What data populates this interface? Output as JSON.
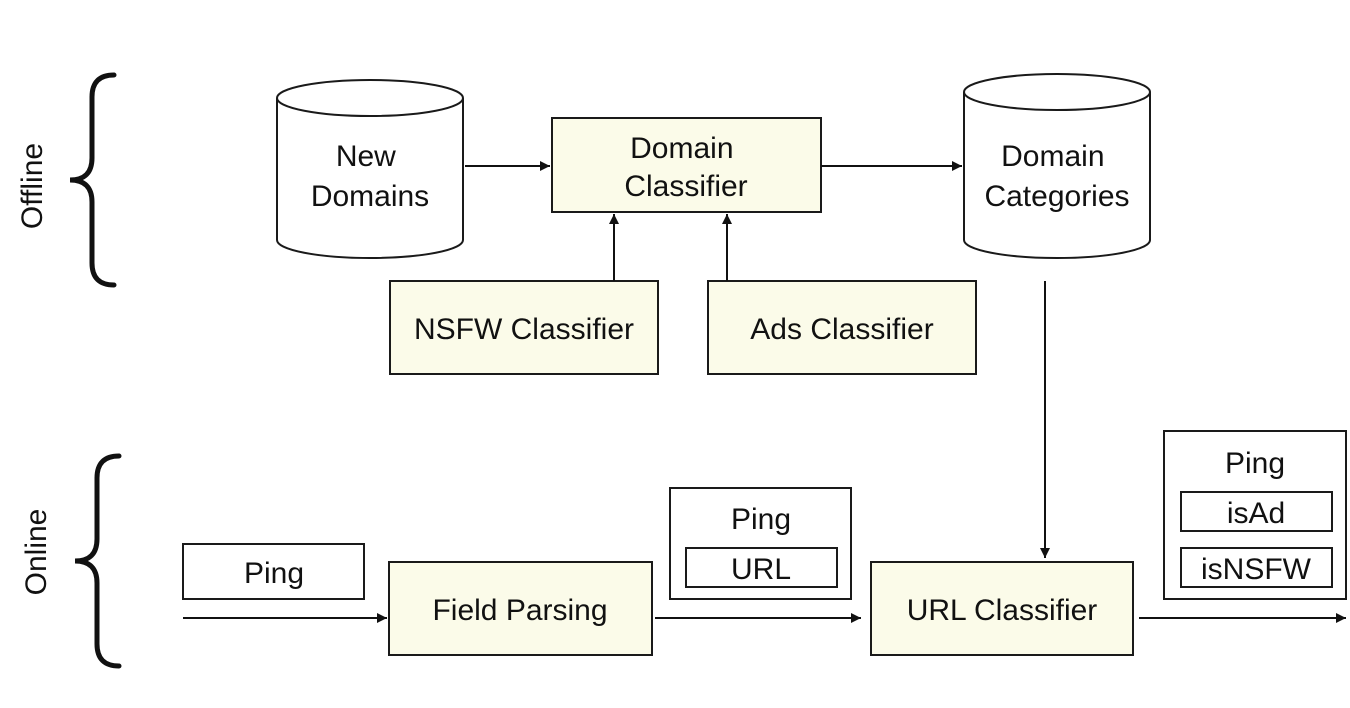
{
  "sections": {
    "offline": "Offline",
    "online": "Online"
  },
  "nodes": {
    "new_domains": [
      "New",
      "Domains"
    ],
    "domain_classifier": [
      "Domain",
      "Classifier"
    ],
    "domain_categories": [
      "Domain",
      "Categories"
    ],
    "nsfw_classifier": "NSFW Classifier",
    "ads_classifier": "Ads Classifier",
    "ping_input": "Ping",
    "field_parsing": "Field Parsing",
    "ping_url_record": {
      "title": "Ping",
      "field": "URL"
    },
    "url_classifier": "URL Classifier",
    "ping_output_record": {
      "title": "Ping",
      "fields": [
        "isAd",
        "isNSFW"
      ]
    }
  },
  "colors": {
    "process_fill": "#fbfbe9",
    "stroke": "#1a1a1a",
    "background": "#ffffff"
  }
}
